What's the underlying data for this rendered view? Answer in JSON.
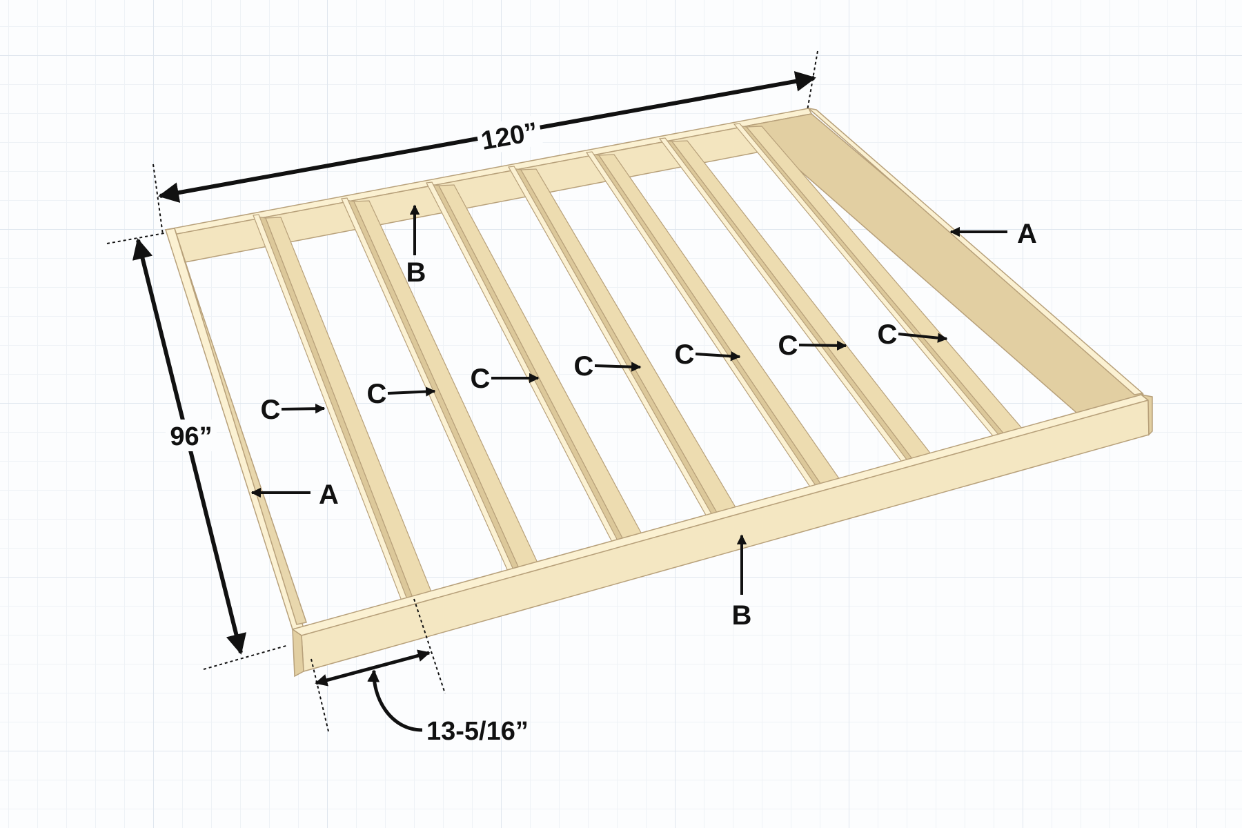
{
  "dimensions": {
    "width": "120”",
    "depth": "96”",
    "spacing": "13-5/16”"
  },
  "parts": {
    "rim_side": "A",
    "rim_end": "B",
    "joist": "C"
  },
  "colors": {
    "wood_top": "#fbf1d2",
    "wood_face": "#f3e5bf",
    "wood_shadow": "#e2cfa2",
    "wood_edge": "#b7a07a",
    "ink": "#111111",
    "grid": "#dfe6ee"
  }
}
